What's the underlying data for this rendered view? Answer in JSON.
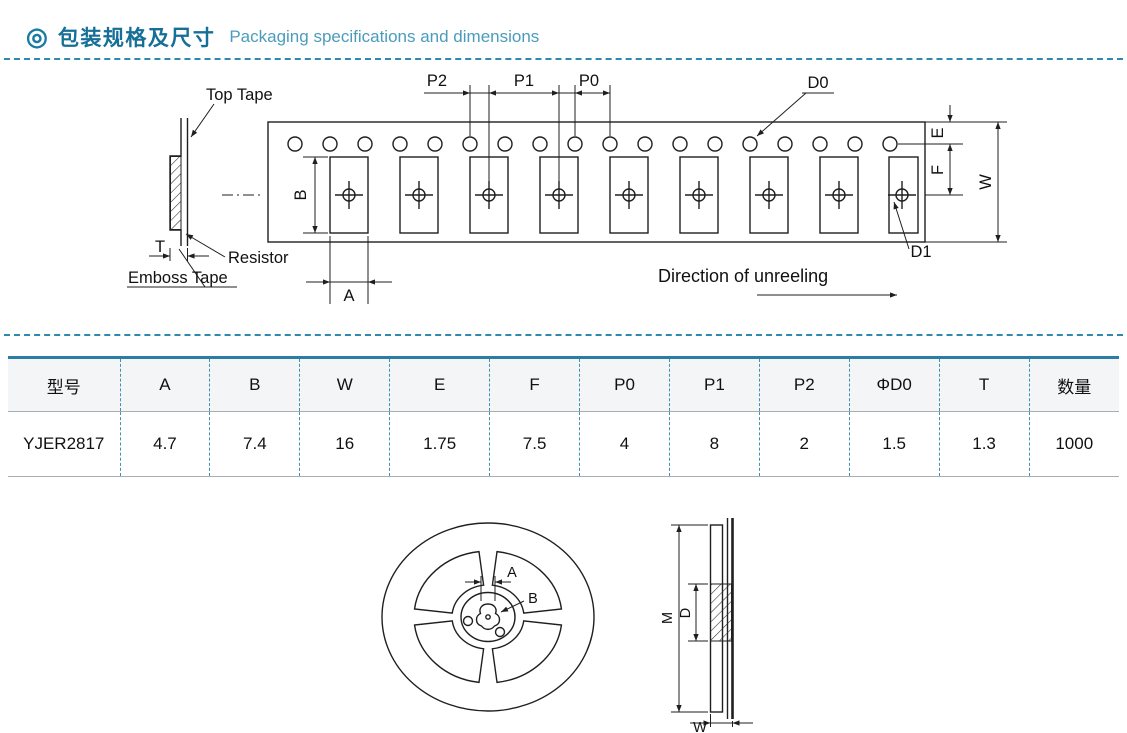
{
  "header": {
    "bullet": "◎",
    "title_zh": "包装规格及尺寸",
    "title_en": "Packaging specifications and dimensions"
  },
  "tape_diagram": {
    "top_tape": "Top Tape",
    "resistor": "Resistor",
    "emboss_tape": "Emboss Tape",
    "dim_t": "T",
    "dim_a": "A",
    "dim_b": "B",
    "dim_p0": "P0",
    "dim_p1": "P1",
    "dim_p2": "P2",
    "dim_d0": "D0",
    "dim_d1": "D1",
    "dim_e": "E",
    "dim_f": "F",
    "dim_w": "W",
    "direction": "Direction of unreeling"
  },
  "table": {
    "headers": [
      "型号",
      "A",
      "B",
      "W",
      "E",
      "F",
      "P0",
      "P1",
      "P2",
      "ΦD0",
      "T",
      "数量"
    ],
    "rows": [
      [
        "YJER2817",
        "4.7",
        "7.4",
        "16",
        "1.75",
        "7.5",
        "4",
        "8",
        "2",
        "1.5",
        "1.3",
        "1000"
      ]
    ]
  },
  "reel_diagram": {
    "dim_a": "A",
    "dim_b": "B",
    "dim_m": "M",
    "dim_d": "D",
    "dim_w": "W"
  },
  "colors": {
    "accent_teal": "#2f88ae",
    "title_teal": "#156f96",
    "line_black": "#1f1f1f"
  }
}
